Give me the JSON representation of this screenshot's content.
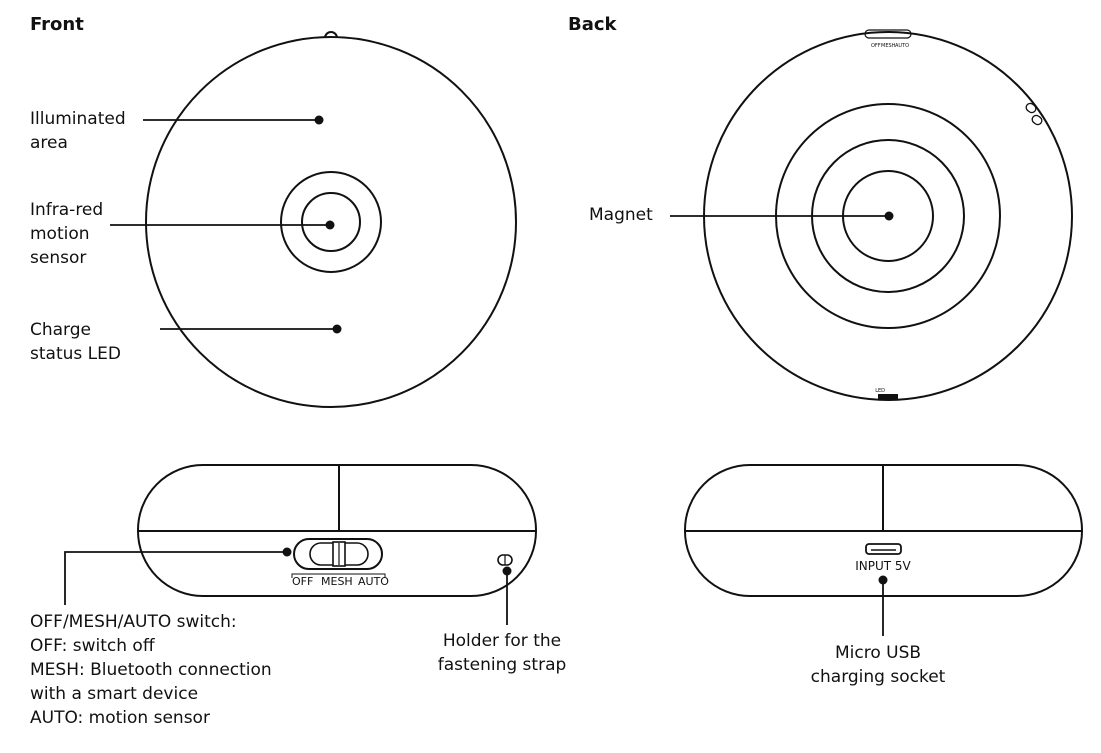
{
  "front": {
    "title": "Front",
    "labels": {
      "illuminated_1": "Illuminated",
      "illuminated_2": "area",
      "pir_1": "Infra-red",
      "pir_2": "motion",
      "pir_3": "sensor",
      "led_1": "Charge",
      "led_2": "status LED"
    }
  },
  "back": {
    "title": "Back",
    "labels": {
      "magnet": "Magnet"
    },
    "switch_marks": [
      "OFF",
      "MESH",
      "AUTO"
    ]
  },
  "side_front": {
    "switch_marks": [
      "OFF",
      "MESH",
      "AUTO"
    ],
    "switch_desc": [
      "OFF/MESH/AUTO switch:",
      "OFF: switch off",
      "MESH: Bluetooth connection",
      "with a smart device",
      "AUTO: motion sensor"
    ],
    "strap_1": "Holder for the",
    "strap_2": "fastening strap"
  },
  "side_back": {
    "port_label": "INPUT 5V",
    "usb_1": "Micro USB",
    "usb_2": "charging socket"
  }
}
